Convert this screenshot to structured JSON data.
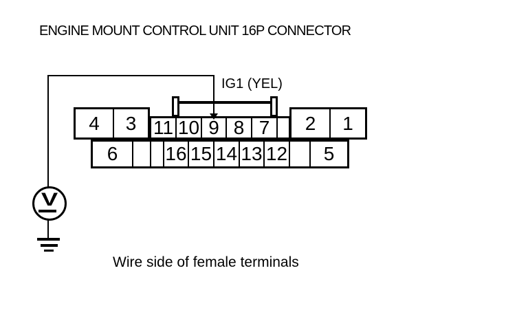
{
  "title": "ENGINE MOUNT CONTROL UNIT 16P CONNECTOR",
  "wire_label": "IG1 (YEL)",
  "caption": "Wire side of female terminals",
  "meter": {
    "symbol": "V"
  },
  "connector": {
    "top_left_pins": [
      "4",
      "3"
    ],
    "top_middle_pins": [
      "11",
      "10",
      "9",
      "8",
      "7",
      ""
    ],
    "top_right_pins": [
      "2",
      "1"
    ],
    "bottom_pins": [
      "6",
      "",
      "",
      "16",
      "15",
      "14",
      "13",
      "12",
      "",
      "5"
    ]
  },
  "colors": {
    "line": "#000000",
    "background": "#ffffff"
  }
}
